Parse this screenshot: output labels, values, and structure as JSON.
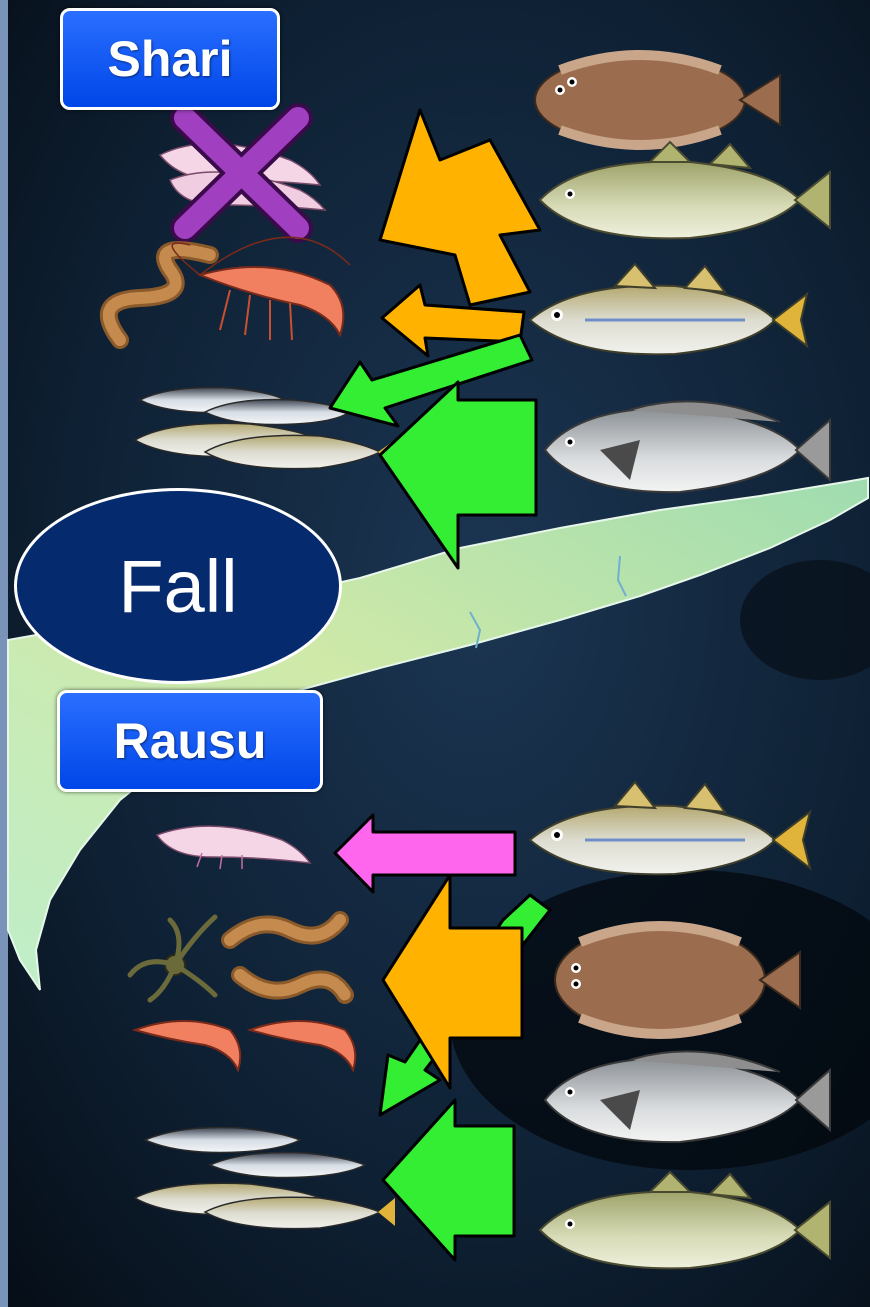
{
  "top_region": {
    "label": "Shari"
  },
  "season": {
    "label": "Fall"
  },
  "bottom_region": {
    "label": "Rausu"
  },
  "colors": {
    "label_box": "#0a55f0",
    "season_ellipse": "#052a6e",
    "arrow_orange": "#ffb300",
    "arrow_green": "#33ee33",
    "arrow_magenta": "#ff66ee",
    "cross_mark": "#a040c0",
    "land": "#a8e6b4",
    "sea": "#0b1a2c"
  },
  "icons": {
    "predators_top": [
      "flatfish-icon",
      "greenling-icon",
      "pollock-icon",
      "sculpin-icon"
    ],
    "prey_top": [
      "krill-icon-crossed",
      "polychaete-icon",
      "shrimp-icon",
      "pollock-school-icon"
    ],
    "predators_bottom": [
      "pollock-icon",
      "flatfish-icon",
      "sculpin-icon",
      "greenling-icon"
    ],
    "prey_bottom": [
      "krill-icon",
      "brittle-star-icon",
      "polychaete-icon",
      "shrimp-icon",
      "pollock-school-icon"
    ]
  }
}
